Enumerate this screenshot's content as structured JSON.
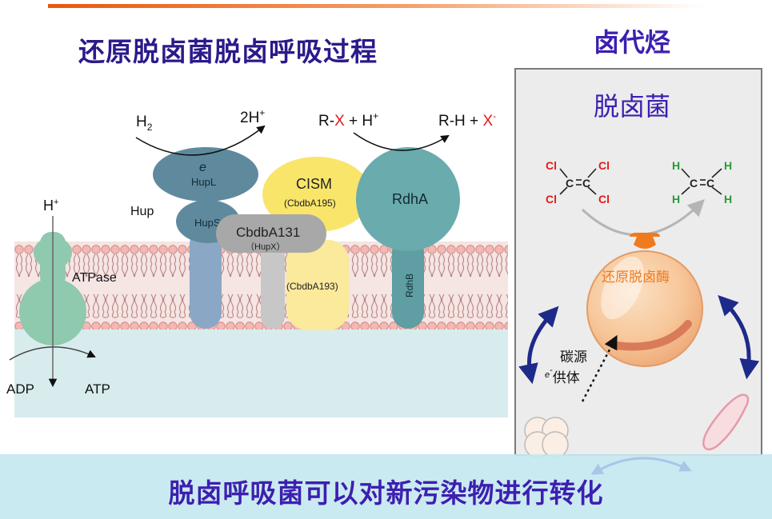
{
  "main_title": "还原脱卤菌脱卤呼吸过程",
  "right_title": "卤代烃",
  "panel_title": "脱卤菌",
  "bottom_text": "脱卤呼吸菌可以对新污染物进行转化",
  "left": {
    "h2": "H",
    "h2_sub": "2",
    "two_h": "2H",
    "plus_sup": "+",
    "e": "e",
    "hupl": "HupL",
    "hup": "Hup",
    "hups": "HupS",
    "cism": "CISM",
    "cbdba195": "(CbdbA195)",
    "cbdba131": "CbdbA131",
    "hupx": "（HupX）",
    "cbdba193": "(CbdbA193)",
    "rdha": "RdhA",
    "rdhb": "RdhB",
    "atpase": "ATPase",
    "h_plus": "H",
    "adp": "ADP",
    "atp": "ATP",
    "rx_r": "R-",
    "rx_x": "X",
    "rx_plus_h": " + H",
    "rh": "R-H + ",
    "x_minus": "X",
    "minus_sup": "-"
  },
  "right": {
    "cl": "Cl",
    "h": "H",
    "c": "C",
    "enzyme_label": "还原脱卤酶",
    "carbon_source": "碳源",
    "e_sup": "e",
    "e_donor": "供体"
  },
  "colors": {
    "title": "#2a1a8a",
    "accent": "#3d1fb0",
    "red": "#e21b1b",
    "green": "#2a9a3a",
    "orange": "#f07a1e"
  }
}
